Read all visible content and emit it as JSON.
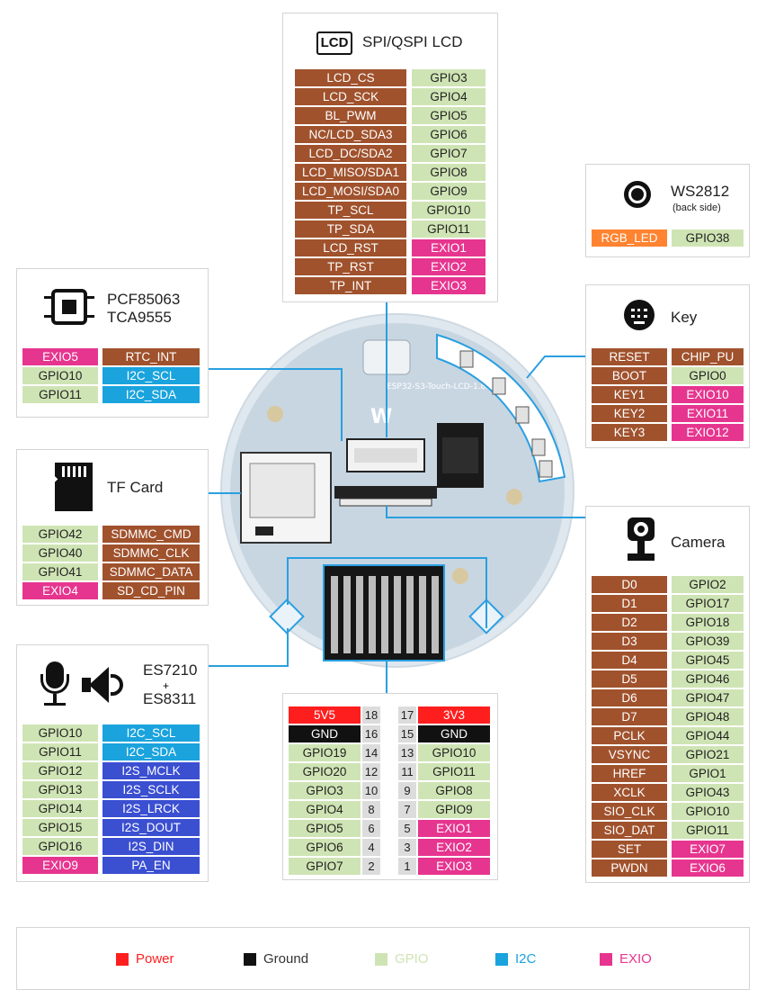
{
  "lcd": {
    "title": "SPI/QSPI LCD",
    "icon_text": "LCD",
    "rows": [
      [
        "LCD_CS",
        "GPIO3"
      ],
      [
        "LCD_SCK",
        "GPIO4"
      ],
      [
        "BL_PWM",
        "GPIO5"
      ],
      [
        "NC/LCD_SDA3",
        "GPIO6"
      ],
      [
        "LCD_DC/SDA2",
        "GPIO7"
      ],
      [
        "LCD_MISO/SDA1",
        "GPIO8"
      ],
      [
        "LCD_MOSI/SDA0",
        "GPIO9"
      ],
      [
        "TP_SCL",
        "GPIO10"
      ],
      [
        "TP_SDA",
        "GPIO11"
      ],
      [
        "LCD_RST",
        "EXIO1"
      ],
      [
        "TP_RST",
        "EXIO2"
      ],
      [
        "TP_INT",
        "EXIO3"
      ]
    ]
  },
  "ws2812": {
    "title": "WS2812",
    "subtitle": "(back side)",
    "rows": [
      [
        "RGB_LED",
        "GPIO38"
      ]
    ]
  },
  "pcf": {
    "title1": "PCF85063",
    "title2": "TCA9555",
    "rows": [
      [
        "EXIO5",
        "RTC_INT"
      ],
      [
        "GPIO10",
        "I2C_SCL"
      ],
      [
        "GPIO11",
        "I2C_SDA"
      ]
    ]
  },
  "key": {
    "title": "Key",
    "rows": [
      [
        "RESET",
        "CHIP_PU"
      ],
      [
        "BOOT",
        "GPIO0"
      ],
      [
        "KEY1",
        "EXIO10"
      ],
      [
        "KEY2",
        "EXIO11"
      ],
      [
        "KEY3",
        "EXIO12"
      ]
    ]
  },
  "tf": {
    "title": "TF Card",
    "rows": [
      [
        "GPIO42",
        "SDMMC_CMD"
      ],
      [
        "GPIO40",
        "SDMMC_CLK"
      ],
      [
        "GPIO41",
        "SDMMC_DATA"
      ],
      [
        "EXIO4",
        "SD_CD_PIN"
      ]
    ]
  },
  "camera": {
    "title": "Camera",
    "rows": [
      [
        "D0",
        "GPIO2"
      ],
      [
        "D1",
        "GPIO17"
      ],
      [
        "D2",
        "GPIO18"
      ],
      [
        "D3",
        "GPIO39"
      ],
      [
        "D4",
        "GPIO45"
      ],
      [
        "D5",
        "GPIO46"
      ],
      [
        "D6",
        "GPIO47"
      ],
      [
        "D7",
        "GPIO48"
      ],
      [
        "PCLK",
        "GPIO44"
      ],
      [
        "VSYNC",
        "GPIO21"
      ],
      [
        "HREF",
        "GPIO1"
      ],
      [
        "XCLK",
        "GPIO43"
      ],
      [
        "SIO_CLK",
        "GPIO10"
      ],
      [
        "SIO_DAT",
        "GPIO11"
      ],
      [
        "SET",
        "EXIO7"
      ],
      [
        "PWDN",
        "EXIO6"
      ]
    ]
  },
  "audio": {
    "title1": "ES7210",
    "plus": "+",
    "title2": "ES8311",
    "rows": [
      [
        "GPIO10",
        "I2C_SCL"
      ],
      [
        "GPIO11",
        "I2C_SDA"
      ],
      [
        "GPIO12",
        "I2S_MCLK"
      ],
      [
        "GPIO13",
        "I2S_SCLK"
      ],
      [
        "GPIO14",
        "I2S_LRCK"
      ],
      [
        "GPIO15",
        "I2S_DOUT"
      ],
      [
        "GPIO16",
        "I2S_DIN"
      ],
      [
        "EXIO9",
        "PA_EN"
      ]
    ]
  },
  "header": {
    "rows": [
      [
        "5V5",
        "18",
        "17",
        "3V3"
      ],
      [
        "GND",
        "16",
        "15",
        "GND"
      ],
      [
        "GPIO19",
        "14",
        "13",
        "GPIO10"
      ],
      [
        "GPIO20",
        "12",
        "11",
        "GPIO11"
      ],
      [
        "GPIO3",
        "10",
        "9",
        "GPIO8"
      ],
      [
        "GPIO4",
        "8",
        "7",
        "GPIO9"
      ],
      [
        "GPIO5",
        "6",
        "5",
        "EXIO1"
      ],
      [
        "GPIO6",
        "4",
        "3",
        "EXIO2"
      ],
      [
        "GPIO7",
        "2",
        "1",
        "EXIO3"
      ]
    ]
  },
  "legend": {
    "items": [
      {
        "label": "Power",
        "color": "#ff1e1e"
      },
      {
        "label": "Ground",
        "color": "#111111"
      },
      {
        "label": "GPIO",
        "color": "#cfe4b4"
      },
      {
        "label": "I2C",
        "color": "#1aa3dd"
      },
      {
        "label": "EXIO",
        "color": "#e6358f"
      }
    ]
  },
  "colors": {
    "function": "#a0522d",
    "gpio": "#cfe4b4",
    "exio": "#e6358f",
    "i2c": "#1aa3dd",
    "i2s": "#3b4fd1",
    "power": "#ff1e1e",
    "ground": "#111111",
    "led": "#ff8330",
    "leader": "#2a9fe0"
  },
  "board": {
    "silk_label": "ESP32-S3-Touch-LCD-1.85C"
  }
}
